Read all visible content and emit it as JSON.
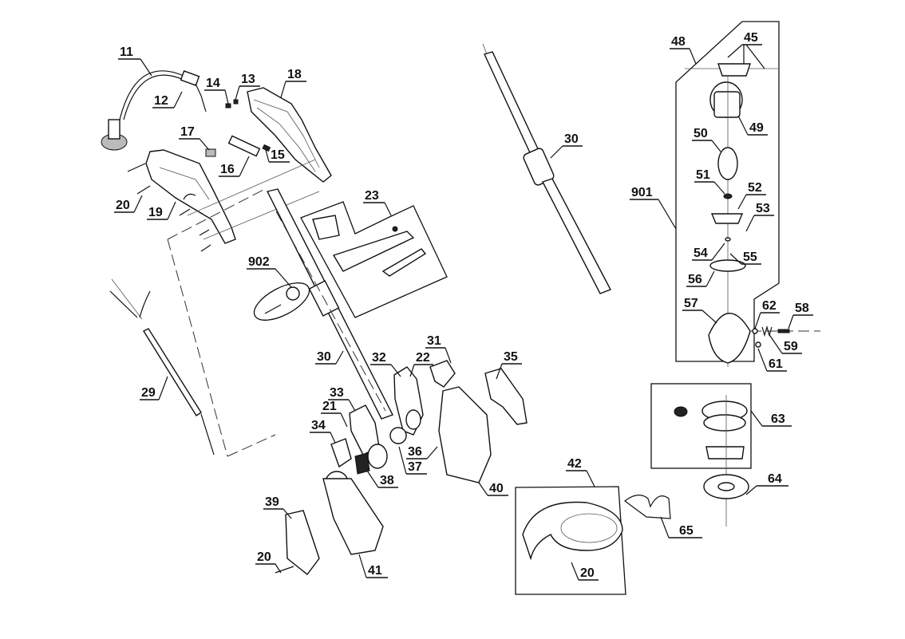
{
  "diagram": {
    "title": "Exploded parts diagram - electric grass trimmer",
    "labels": {
      "p11": "11",
      "p12": "12",
      "p13": "13",
      "p14": "14",
      "p15": "15",
      "p16": "16",
      "p17": "17",
      "p18": "18",
      "p19": "19",
      "p20a": "20",
      "p20b": "20",
      "p20c": "20",
      "p21": "21",
      "p22": "22",
      "p23": "23",
      "p29": "29",
      "p30a": "30",
      "p30b": "30",
      "p31": "31",
      "p32": "32",
      "p33": "33",
      "p34": "34",
      "p35": "35",
      "p36": "36",
      "p37": "37",
      "p38": "38",
      "p39": "39",
      "p40": "40",
      "p41": "41",
      "p42": "42",
      "p45": "45",
      "p48": "48",
      "p49": "49",
      "p50": "50",
      "p51": "51",
      "p52": "52",
      "p53": "53",
      "p54": "54",
      "p55": "55",
      "p56": "56",
      "p57": "57",
      "p58": "58",
      "p59": "59",
      "p61": "61",
      "p62": "62",
      "p63": "63",
      "p64": "64",
      "p65": "65",
      "p901": "901",
      "p902": "902"
    },
    "groups": {
      "handle_assembly": [
        "11",
        "12",
        "13",
        "14",
        "15",
        "16",
        "17",
        "18",
        "19",
        "20"
      ],
      "auxiliary_handle": "23",
      "hardware_kit": "902",
      "motor_assembly": "901",
      "motor_parts": [
        "45",
        "48",
        "49",
        "50",
        "51",
        "52",
        "53",
        "54",
        "55",
        "56",
        "57",
        "58",
        "59",
        "61",
        "62"
      ],
      "spool_assembly": "63",
      "spool_cap": "64",
      "guard": "42",
      "distance_guide": "65",
      "head_housing": [
        "21",
        "22",
        "31",
        "32",
        "33",
        "34",
        "35",
        "36",
        "37",
        "38",
        "39",
        "40",
        "41"
      ],
      "cable": "29",
      "shaft": "30"
    }
  }
}
